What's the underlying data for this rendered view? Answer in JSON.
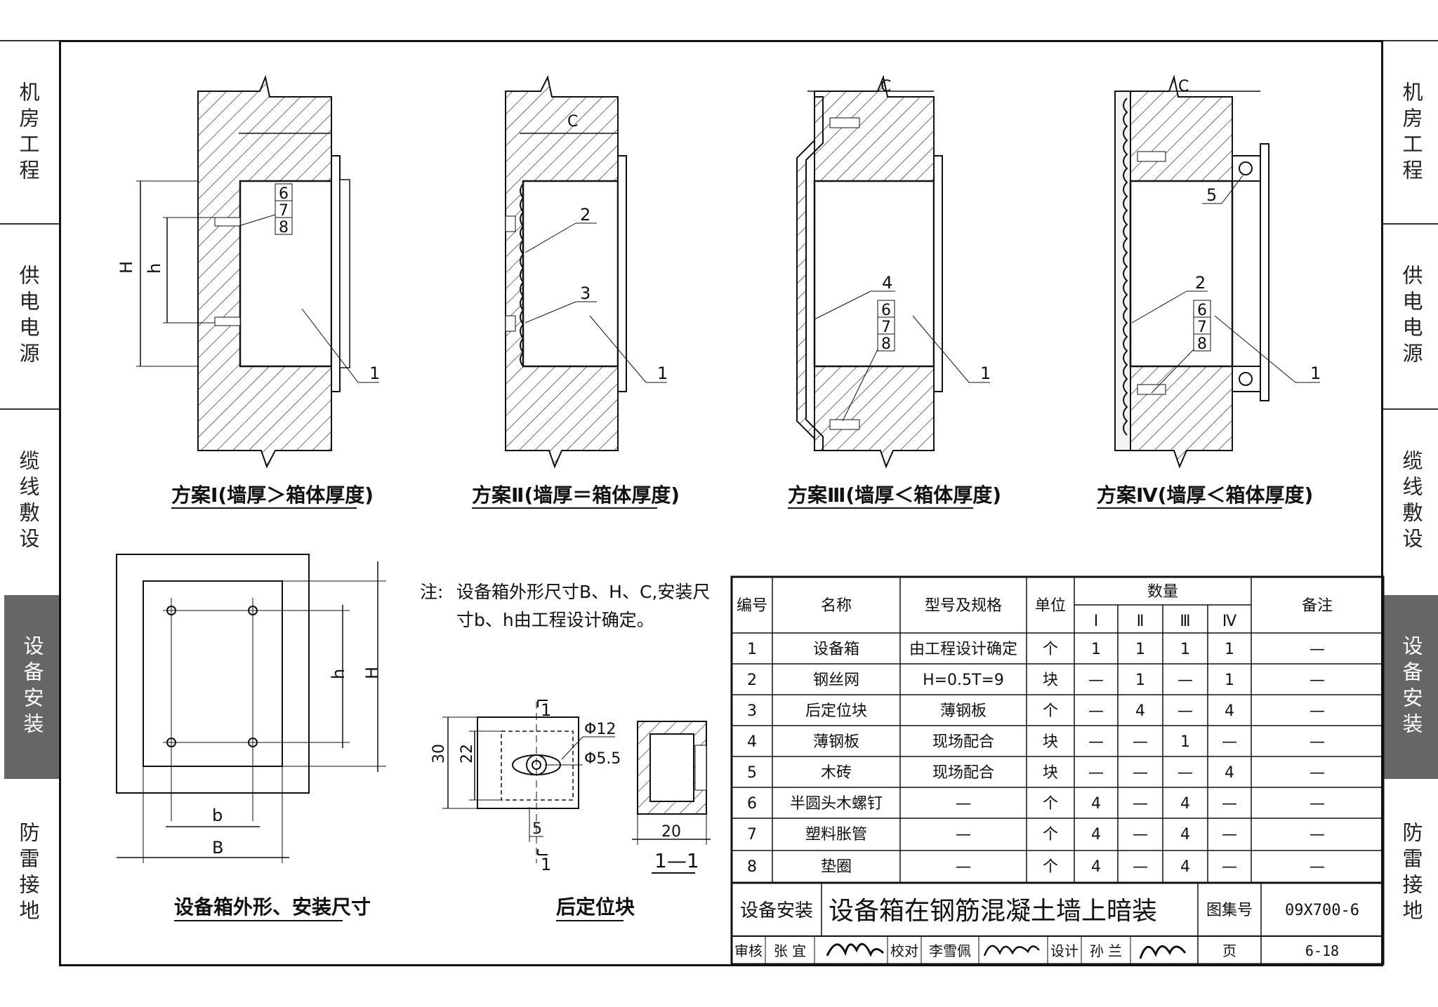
{
  "side_tabs": {
    "left": [
      "机房工程",
      "供电电源",
      "缆线敷设",
      "设备安装",
      "防雷接地"
    ],
    "right": [
      "机房工程",
      "供电电源",
      "缆线敷设",
      "设备安装",
      "防雷接地"
    ],
    "active_index": 3
  },
  "schemes": [
    {
      "caption": "方案Ⅰ(墙厚＞箱体厚度)",
      "labels": [
        "6",
        "7",
        "8",
        "1",
        "H",
        "h"
      ]
    },
    {
      "caption": "方案Ⅱ(墙厚＝箱体厚度)",
      "labels": [
        "2",
        "3",
        "1",
        "C"
      ]
    },
    {
      "caption": "方案Ⅲ(墙厚＜箱体厚度)",
      "labels": [
        "C",
        "4",
        "6",
        "7",
        "8",
        "1"
      ]
    },
    {
      "caption": "方案Ⅳ(墙厚＜箱体厚度)",
      "labels": [
        "C",
        "5",
        "2",
        "6",
        "7",
        "8",
        "1"
      ]
    }
  ],
  "note": {
    "prefix": "注:",
    "line1": "设备箱外形尺寸B、H、C,安装尺",
    "line2": "寸b、h由工程设计确定。"
  },
  "outline_drawing": {
    "caption": "设备箱外形、安装尺寸",
    "labels": {
      "h": "h",
      "H": "H",
      "b": "b",
      "B": "B"
    }
  },
  "block_drawing": {
    "caption": "后定位块",
    "dims": {
      "d1": "Φ12",
      "d2": "Φ5.5",
      "height_outer": "30",
      "height_inner": "22",
      "width_small": "5",
      "section_width": "20"
    },
    "section_mark": "1",
    "section_label": "1—1"
  },
  "table": {
    "headers": {
      "no": "编号",
      "name": "名称",
      "spec": "型号及规格",
      "unit": "单位",
      "qty": "数量",
      "remark": "备注"
    },
    "schemes": [
      "Ⅰ",
      "Ⅱ",
      "Ⅲ",
      "Ⅳ"
    ],
    "rows": [
      {
        "no": "1",
        "name": "设备箱",
        "spec": "由工程设计确定",
        "unit": "个",
        "q": [
          "1",
          "1",
          "1",
          "1"
        ],
        "remark": "—"
      },
      {
        "no": "2",
        "name": "钢丝网",
        "spec": "H=0.5T=9",
        "unit": "块",
        "q": [
          "—",
          "1",
          "—",
          "1"
        ],
        "remark": "—"
      },
      {
        "no": "3",
        "name": "后定位块",
        "spec": "薄钢板",
        "unit": "个",
        "q": [
          "—",
          "4",
          "—",
          "4"
        ],
        "remark": "—"
      },
      {
        "no": "4",
        "name": "薄钢板",
        "spec": "现场配合",
        "unit": "块",
        "q": [
          "—",
          "—",
          "1",
          "—"
        ],
        "remark": "—"
      },
      {
        "no": "5",
        "name": "木砖",
        "spec": "现场配合",
        "unit": "块",
        "q": [
          "—",
          "—",
          "—",
          "4"
        ],
        "remark": "—"
      },
      {
        "no": "6",
        "name": "半圆头木螺钉",
        "spec": "—",
        "unit": "个",
        "q": [
          "4",
          "—",
          "4",
          "—"
        ],
        "remark": "—"
      },
      {
        "no": "7",
        "name": "塑料胀管",
        "spec": "—",
        "unit": "个",
        "q": [
          "4",
          "—",
          "4",
          "—"
        ],
        "remark": "—"
      },
      {
        "no": "8",
        "name": "垫圈",
        "spec": "—",
        "unit": "个",
        "q": [
          "4",
          "—",
          "4",
          "—"
        ],
        "remark": "—"
      }
    ]
  },
  "title_block": {
    "category": "设备安装",
    "title": "设备箱在钢筋混凝土墙上暗装",
    "atlas_label": "图集号",
    "atlas_no": "09X700-6",
    "review_label": "审核",
    "reviewer": "张 宜",
    "check_label": "校对",
    "checker": "李雪佩",
    "design_label": "设计",
    "designer": "孙 兰",
    "page_label": "页",
    "page_no": "6-18"
  }
}
